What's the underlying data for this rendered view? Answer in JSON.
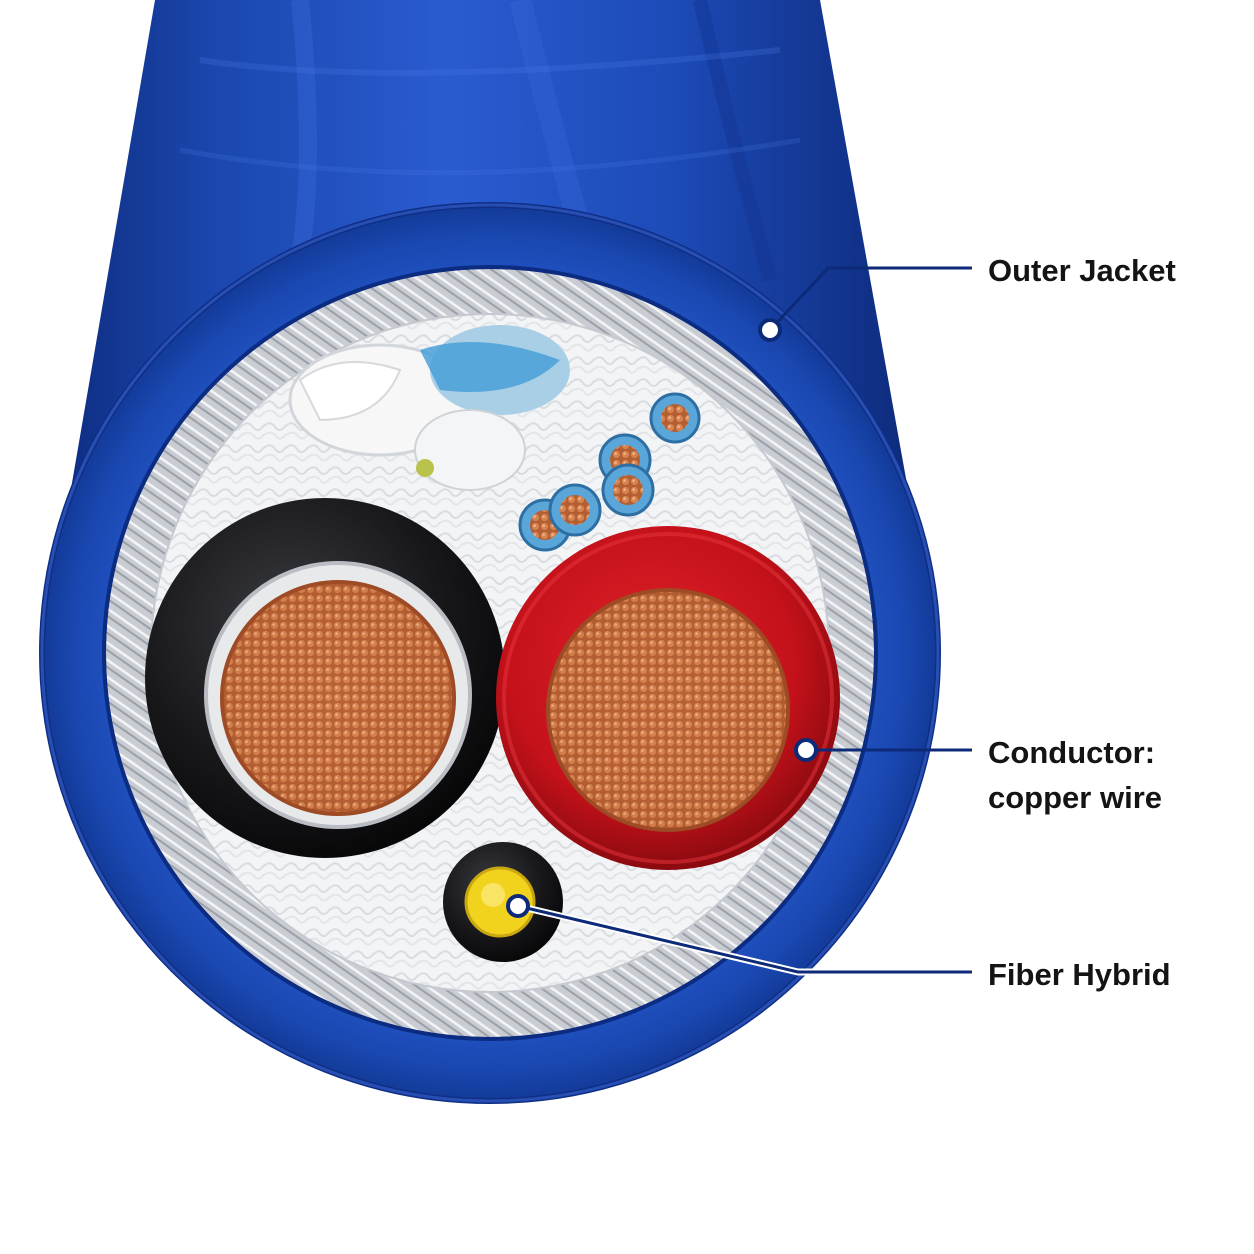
{
  "figure": {
    "subject": "Hybrid cable cross-section",
    "colors": {
      "jacket": "#1b49b3",
      "jacket_dark": "#0f2f86",
      "conductor_black": "#141416",
      "conductor_red": "#c8121b",
      "copper": "#c4673a",
      "fiber_core": "#f1d21c",
      "callout_line": "#0c2a78",
      "label_text": "#141414"
    }
  },
  "labels": {
    "outer_jacket": "Outer Jacket",
    "conductor_line1": "Conductor:",
    "conductor_line2": "copper wire",
    "fiber_hybrid": "Fiber Hybrid"
  }
}
